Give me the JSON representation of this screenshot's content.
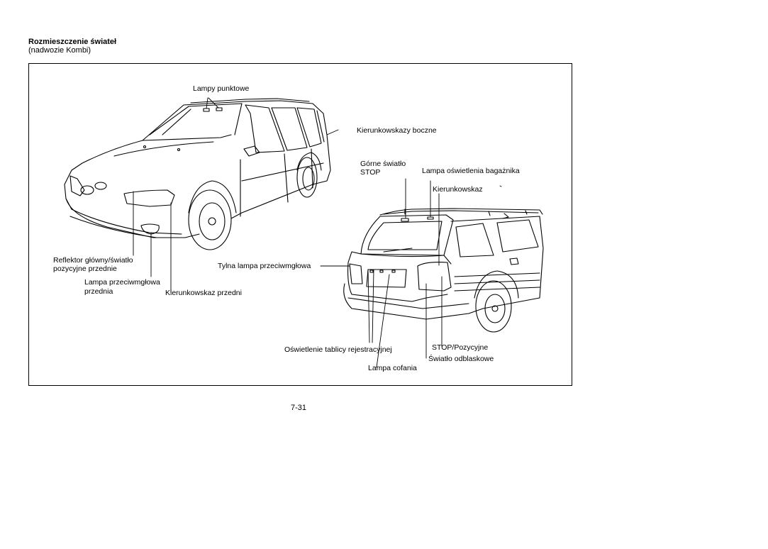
{
  "header": {
    "title": "Rozmieszczenie świateł",
    "subtitle": "(nadwozie Kombi)"
  },
  "labels": {
    "spot_lamps": "Lampy punktowe",
    "side_turn_signals": "Kierunkowskazy boczne",
    "high_stop_line1": "Górne światło",
    "high_stop_line2": "STOP",
    "trunk_light": "Lampa oświetlenia bagażnika",
    "rear_turn_signal": "Kierunkowskaz",
    "headlight_line1": "Reflektor główny/światło",
    "headlight_line2": "pozycyjne przednie",
    "front_fog_line1": "Lampa przeciwmgłowa",
    "front_fog_line2": "przednia",
    "front_turn_signal": "Kierunkowskaz przedni",
    "rear_fog": "Tylna lampa przeciwmgłowa",
    "plate_light": "Oświetlenie tablicy rejestracyjnej",
    "stop_position": "STOP/Pozycyjne",
    "reflector": "Światło odblaskowe",
    "reverse_lamp": "Lampa cofania"
  },
  "footer": {
    "page_number": "7-31"
  },
  "icons": [
    "front-car-illustration",
    "rear-car-illustration"
  ]
}
